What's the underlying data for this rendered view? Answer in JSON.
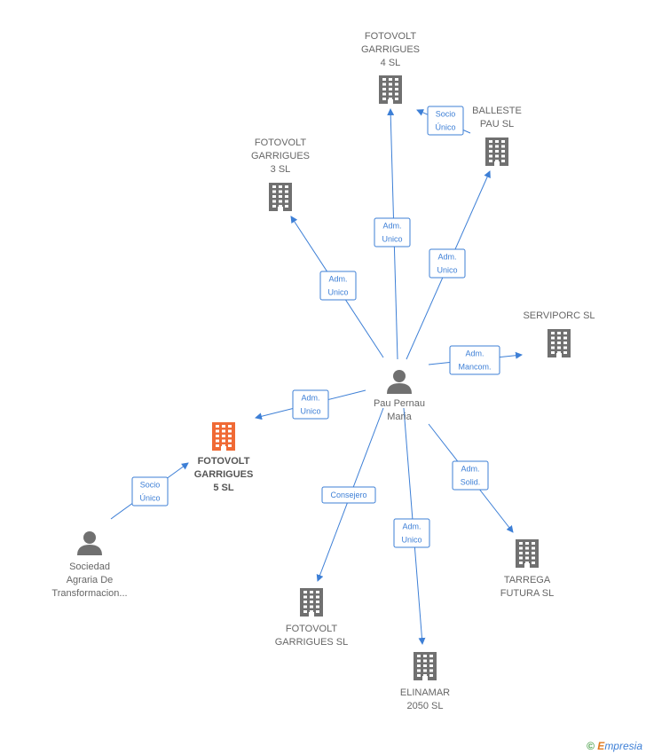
{
  "nodes": [
    {
      "id": "pau",
      "type": "person",
      "lines": [
        "Pau Pernau",
        "Maria"
      ]
    },
    {
      "id": "fg4",
      "type": "company",
      "lines": [
        "FOTOVOLT",
        "GARRIGUES",
        "4 SL"
      ]
    },
    {
      "id": "balleste",
      "type": "company",
      "lines": [
        "BALLESTE",
        "PAU SL"
      ]
    },
    {
      "id": "fg3",
      "type": "company",
      "lines": [
        "FOTOVOLT",
        "GARRIGUES",
        "3 SL"
      ]
    },
    {
      "id": "serviporc",
      "type": "company",
      "lines": [
        "SERVIPORC SL"
      ]
    },
    {
      "id": "fg5",
      "type": "company-main",
      "lines": [
        "FOTOVOLT",
        "GARRIGUES",
        "5 SL"
      ]
    },
    {
      "id": "sociedad",
      "type": "person",
      "lines": [
        "Sociedad",
        "Agraria De",
        "Transformacion..."
      ]
    },
    {
      "id": "fgsl",
      "type": "company",
      "lines": [
        "FOTOVOLT",
        "GARRIGUES SL"
      ]
    },
    {
      "id": "elinamar",
      "type": "company",
      "lines": [
        "ELINAMAR",
        "2050 SL"
      ]
    },
    {
      "id": "tarrega",
      "type": "company",
      "lines": [
        "TARREGA",
        "FUTURA SL"
      ]
    }
  ],
  "edges": [
    {
      "from": "pau",
      "to": "fg4",
      "label": [
        "Adm.",
        "Unico"
      ]
    },
    {
      "from": "balleste",
      "to": "fg4",
      "label": [
        "Socio",
        "Único"
      ]
    },
    {
      "from": "pau",
      "to": "balleste",
      "label": [
        "Adm.",
        "Unico"
      ]
    },
    {
      "from": "pau",
      "to": "fg3",
      "label": [
        "Adm.",
        "Unico"
      ]
    },
    {
      "from": "pau",
      "to": "serviporc",
      "label": [
        "Adm.",
        "Mancom."
      ]
    },
    {
      "from": "pau",
      "to": "fg5",
      "label": [
        "Adm.",
        "Unico"
      ]
    },
    {
      "from": "sociedad",
      "to": "fg5",
      "label": [
        "Socio",
        "Único"
      ]
    },
    {
      "from": "pau",
      "to": "fgsl",
      "label": [
        "Consejero"
      ]
    },
    {
      "from": "pau",
      "to": "elinamar",
      "label": [
        "Adm.",
        "Unico"
      ]
    },
    {
      "from": "pau",
      "to": "tarrega",
      "label": [
        "Adm.",
        "Solid."
      ]
    }
  ],
  "colors": {
    "edge": "#3d7fd6",
    "icon": "#707070",
    "icon_main": "#f06a35",
    "label": "#666666"
  },
  "footer": {
    "copyright": "©",
    "brand_e": "E",
    "brand_rest": "mpresia"
  }
}
